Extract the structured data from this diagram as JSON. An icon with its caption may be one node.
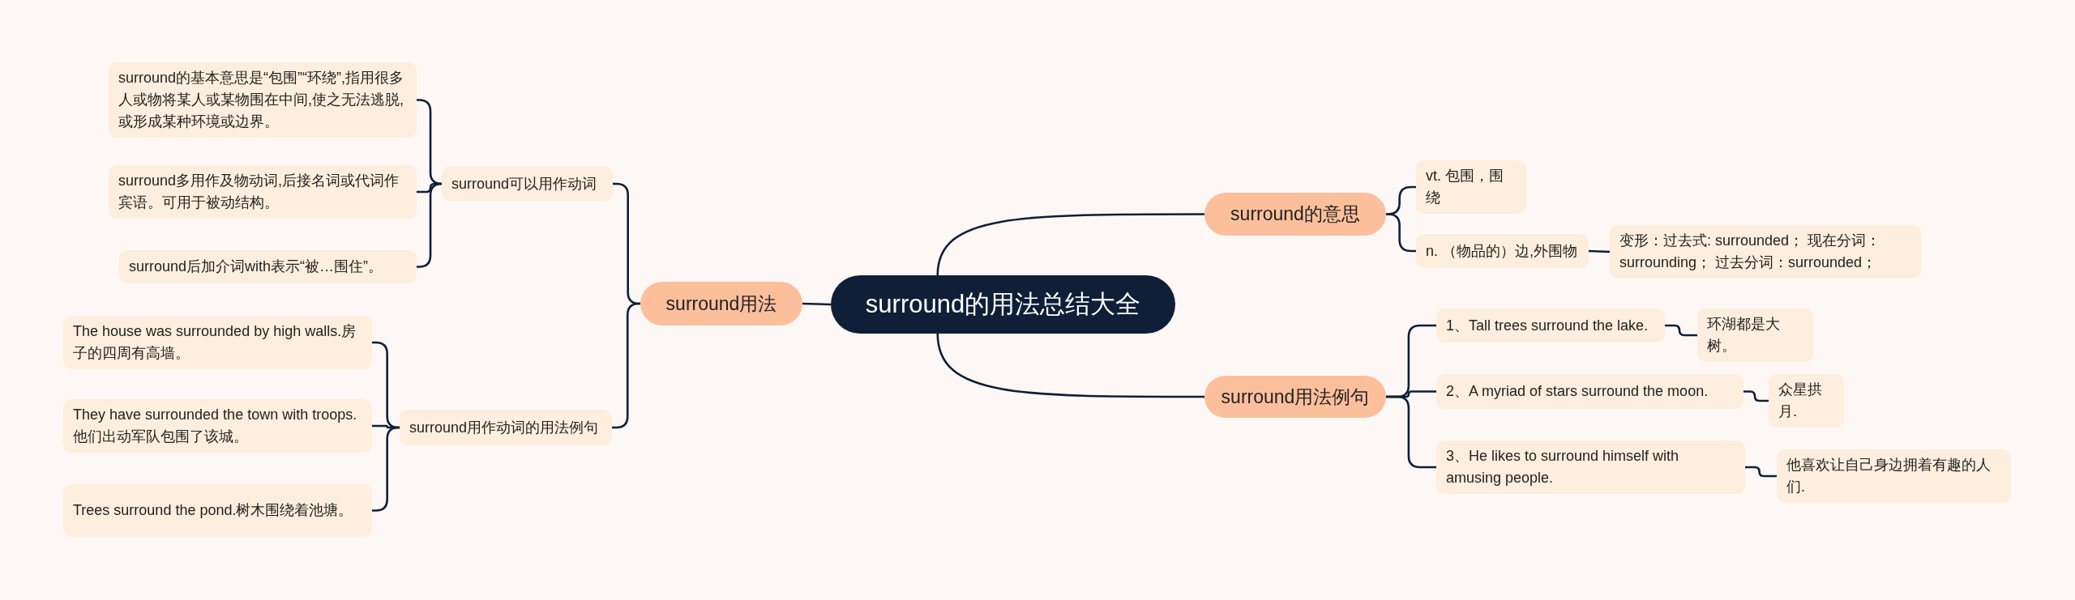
{
  "diagram": {
    "nodes": [
      {
        "text": [
          "surround的用法总结大全"
        ]
      },
      {
        "text": [
          "surround用法"
        ]
      },
      {
        "text": [
          "surround可以用作动词"
        ]
      },
      {
        "text": [
          "surround的基本意思是“包围”“环绕”,指用很多人或物将某人或某物围在中间,使之无法逃脱,或形成某种环境或边界。"
        ]
      },
      {
        "text": [
          "surround多用作及物动词,后接名词或代词作宾语。可用于被动结构。"
        ]
      },
      {
        "text": [
          "surround后加介词with表示“被…围住”。"
        ]
      },
      {
        "text": [
          "surround用作动词的用法例句"
        ]
      },
      {
        "text": [
          "The house was surrounded by high walls.房子的四周有高墙。"
        ]
      },
      {
        "text": [
          "They have surrounded the town with troops.他们出动军队包围了该城。"
        ]
      },
      {
        "text": [
          "Trees surround the pond.树木围绕着池塘。"
        ]
      },
      {
        "text": [
          "surround的意思"
        ]
      },
      {
        "text": [
          "vt. 包围，围绕"
        ]
      },
      {
        "text": [
          "n. （物品的）边,外围物"
        ]
      },
      {
        "text": [
          "变形：过去式: surrounded；  现在分词：surrounding；  过去分词：surrounded；"
        ]
      },
      {
        "text": [
          "surround用法例句"
        ]
      },
      {
        "text": [
          "1、Tall trees surround the lake."
        ]
      },
      {
        "text": [
          "环湖都是大树。"
        ]
      },
      {
        "text": [
          "2、A myriad of stars surround the moon."
        ]
      },
      {
        "text": [
          "众星拱月."
        ]
      },
      {
        "text": [
          "3、He likes to surround himself with amusing people."
        ]
      },
      {
        "text": [
          "他喜欢让自己身边拥着有趣的人们."
        ]
      }
    ],
    "edges": [
      {
        "from": 0,
        "to": 1,
        "arrow": "none"
      },
      {
        "from": 1,
        "to": 2,
        "arrow": "none"
      },
      {
        "from": 2,
        "to": 3,
        "arrow": "none"
      },
      {
        "from": 2,
        "to": 4,
        "arrow": "none"
      },
      {
        "from": 2,
        "to": 5,
        "arrow": "none"
      },
      {
        "from": 1,
        "to": 6,
        "arrow": "none"
      },
      {
        "from": 6,
        "to": 7,
        "arrow": "none"
      },
      {
        "from": 6,
        "to": 8,
        "arrow": "none"
      },
      {
        "from": 6,
        "to": 9,
        "arrow": "none"
      },
      {
        "from": 0,
        "to": 10,
        "arrow": "none"
      },
      {
        "from": 10,
        "to": 11,
        "arrow": "none"
      },
      {
        "from": 10,
        "to": 12,
        "arrow": "none"
      },
      {
        "from": 12,
        "to": 13,
        "arrow": "none"
      },
      {
        "from": 0,
        "to": 14,
        "arrow": "none"
      },
      {
        "from": 14,
        "to": 15,
        "arrow": "none"
      },
      {
        "from": 14,
        "to": 17,
        "arrow": "none"
      },
      {
        "from": 14,
        "to": 19,
        "arrow": "none"
      },
      {
        "from": 15,
        "to": 16,
        "arrow": "none"
      },
      {
        "from": 17,
        "to": 18,
        "arrow": "none"
      },
      {
        "from": 19,
        "to": 20,
        "arrow": "none"
      }
    ]
  }
}
